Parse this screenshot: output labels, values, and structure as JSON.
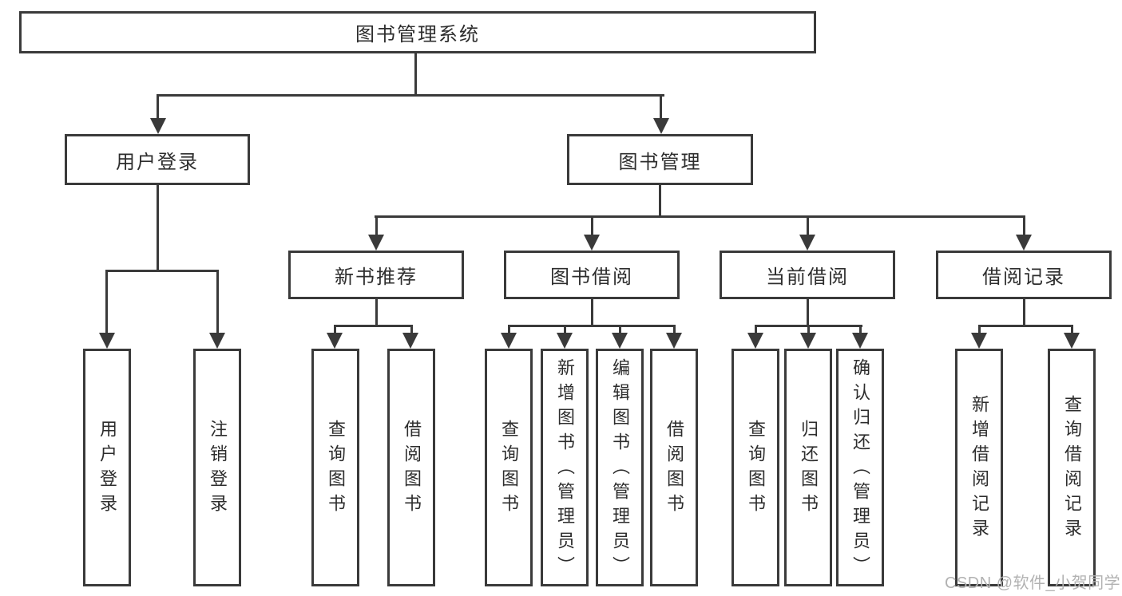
{
  "diagram": {
    "root": "图书管理系统",
    "branches": [
      {
        "label": "用户登录",
        "leaves": [
          "用户登录",
          "注销登录"
        ]
      },
      {
        "label": "图书管理",
        "groups": [
          {
            "label": "新书推荐",
            "leaves": [
              "查询图书",
              "借阅图书"
            ]
          },
          {
            "label": "图书借阅",
            "leaves": [
              "查询图书",
              "新增图书（管理员）",
              "编辑图书（管理员）",
              "借阅图书"
            ]
          },
          {
            "label": "当前借阅",
            "leaves": [
              "查询图书",
              "归还图书",
              "确认归还（管理员）"
            ]
          },
          {
            "label": "借阅记录",
            "leaves": [
              "新增借阅记录",
              "查询借阅记录"
            ]
          }
        ]
      }
    ]
  },
  "colors": {
    "line": "#3a3a3a",
    "text": "#2d2d2d",
    "watermark": "#b2b2b2"
  },
  "watermark": "CSDN @软件_小贺同学"
}
